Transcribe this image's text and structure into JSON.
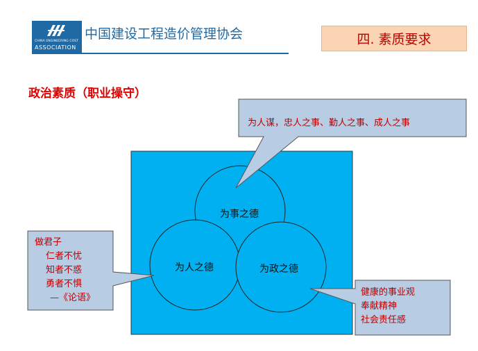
{
  "header": {
    "logo_text_small": "CHINA ENGINEERING COST",
    "logo_text_big": "ASSOCIATION",
    "org_name": "中国建设工程造价管理协会",
    "section_title": "四. 素质要求"
  },
  "slide": {
    "title": "政治素质（职业操守）"
  },
  "diagram": {
    "circles": [
      {
        "label": "为事之德"
      },
      {
        "label": "为人之德"
      },
      {
        "label": "为政之德"
      }
    ],
    "callouts": [
      {
        "lines": [
          "为人谋，忠人之事、勤人之事、成人之事"
        ]
      },
      {
        "lines": [
          "做君子",
          "仁者不忧",
          "知者不惑",
          "勇者不惧",
          "—《论语》"
        ]
      },
      {
        "lines": [
          "健康的事业观",
          "奉献精神",
          "社会责任感"
        ]
      }
    ]
  },
  "colors": {
    "brand_blue": "#1f6aa5",
    "square_fill": "#00b0f0",
    "callout_fill": "#b8cce4",
    "text_red": "#c00000",
    "section_fill": "#fbd4b4"
  }
}
